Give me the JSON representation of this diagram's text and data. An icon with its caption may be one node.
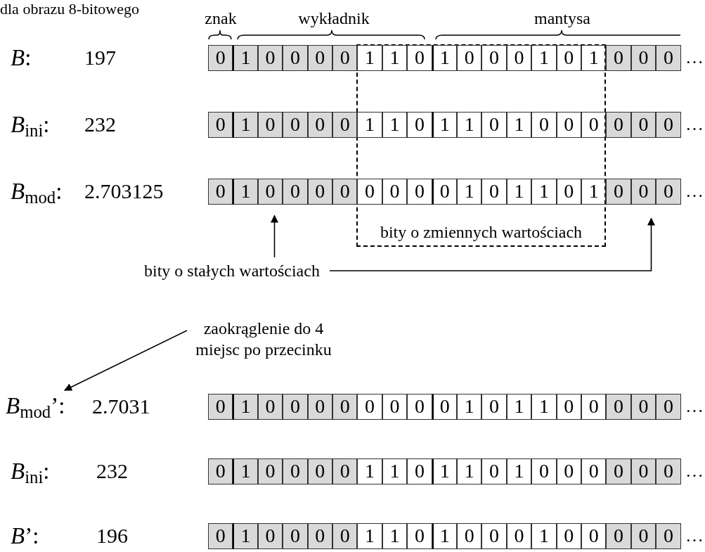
{
  "diagram": {
    "nodes": [
      {
        "text": [
          "bity o zmiennych wartościach"
        ]
      },
      {
        "text": [
          "0"
        ]
      },
      {
        "text": [
          "1"
        ]
      },
      {
        "text": [
          "0"
        ]
      },
      {
        "text": [
          "0"
        ]
      },
      {
        "text": [
          "0"
        ]
      },
      {
        "text": [
          "0"
        ]
      },
      {
        "text": [
          "1"
        ],
        "in": 0
      },
      {
        "text": [
          "1"
        ],
        "in": 0
      },
      {
        "text": [
          "0"
        ],
        "in": 0
      },
      {
        "text": [
          "1"
        ],
        "in": 0
      },
      {
        "text": [
          "0"
        ],
        "in": 0
      },
      {
        "text": [
          "0"
        ],
        "in": 0
      },
      {
        "text": [
          "0"
        ],
        "in": 0
      },
      {
        "text": [
          "1"
        ],
        "in": 0
      },
      {
        "text": [
          "0"
        ],
        "in": 0
      },
      {
        "text": [
          "1"
        ],
        "in": 0
      },
      {
        "text": [
          "0"
        ]
      },
      {
        "text": [
          "0"
        ]
      },
      {
        "text": [
          "0"
        ]
      },
      {
        "text": [
          "0"
        ]
      },
      {
        "text": [
          "1"
        ]
      },
      {
        "text": [
          "0"
        ]
      },
      {
        "text": [
          "0"
        ]
      },
      {
        "text": [
          "0"
        ]
      },
      {
        "text": [
          "0"
        ]
      },
      {
        "text": [
          "1"
        ],
        "in": 0
      },
      {
        "text": [
          "1"
        ],
        "in": 0
      },
      {
        "text": [
          "0"
        ],
        "in": 0
      },
      {
        "text": [
          "1"
        ],
        "in": 0
      },
      {
        "text": [
          "1"
        ],
        "in": 0
      },
      {
        "text": [
          "0"
        ],
        "in": 0
      },
      {
        "text": [
          "1"
        ],
        "in": 0
      },
      {
        "text": [
          "0"
        ],
        "in": 0
      },
      {
        "text": [
          "0"
        ],
        "in": 0
      },
      {
        "text": [
          "0"
        ],
        "in": 0
      },
      {
        "text": [
          "0"
        ]
      },
      {
        "text": [
          "0"
        ]
      },
      {
        "text": [
          "0"
        ]
      },
      {
        "text": [
          "0"
        ]
      },
      {
        "text": [
          "1"
        ]
      },
      {
        "text": [
          "0"
        ]
      },
      {
        "text": [
          "0"
        ]
      },
      {
        "text": [
          "0"
        ]
      },
      {
        "text": [
          "0"
        ]
      },
      {
        "text": [
          "0"
        ],
        "in": 0
      },
      {
        "text": [
          "0"
        ],
        "in": 0
      },
      {
        "text": [
          "0"
        ],
        "in": 0
      },
      {
        "text": [
          "0"
        ],
        "in": 0
      },
      {
        "text": [
          "1"
        ],
        "in": 0
      },
      {
        "text": [
          "0"
        ],
        "in": 0
      },
      {
        "text": [
          "1"
        ],
        "in": 0
      },
      {
        "text": [
          "1"
        ],
        "in": 0
      },
      {
        "text": [
          "0"
        ],
        "in": 0
      },
      {
        "text": [
          "1"
        ],
        "in": 0
      },
      {
        "text": [
          "0"
        ]
      },
      {
        "text": [
          "0"
        ]
      },
      {
        "text": [
          "0"
        ]
      },
      {
        "text": [
          "0"
        ]
      },
      {
        "text": [
          "1"
        ]
      },
      {
        "text": [
          "0"
        ]
      },
      {
        "text": [
          "0"
        ]
      },
      {
        "text": [
          "0"
        ]
      },
      {
        "text": [
          "0"
        ]
      },
      {
        "text": [
          "0"
        ]
      },
      {
        "text": [
          "0"
        ]
      },
      {
        "text": [
          "0"
        ]
      },
      {
        "text": [
          "0"
        ]
      },
      {
        "text": [
          "1"
        ]
      },
      {
        "text": [
          "0"
        ]
      },
      {
        "text": [
          "1"
        ]
      },
      {
        "text": [
          "1"
        ]
      },
      {
        "text": [
          "0"
        ]
      },
      {
        "text": [
          "0"
        ]
      },
      {
        "text": [
          "0"
        ]
      },
      {
        "text": [
          "0"
        ]
      },
      {
        "text": [
          "0"
        ]
      },
      {
        "text": [
          "0"
        ]
      },
      {
        "text": [
          "1"
        ]
      },
      {
        "text": [
          "0"
        ]
      },
      {
        "text": [
          "0"
        ]
      },
      {
        "text": [
          "0"
        ]
      },
      {
        "text": [
          "0"
        ]
      },
      {
        "text": [
          "1"
        ]
      },
      {
        "text": [
          "1"
        ]
      },
      {
        "text": [
          "0"
        ]
      },
      {
        "text": [
          "1"
        ]
      },
      {
        "text": [
          "1"
        ]
      },
      {
        "text": [
          "0"
        ]
      },
      {
        "text": [
          "1"
        ]
      },
      {
        "text": [
          "0"
        ]
      },
      {
        "text": [
          "0"
        ]
      },
      {
        "text": [
          "0"
        ]
      },
      {
        "text": [
          "0"
        ]
      },
      {
        "text": [
          "0"
        ]
      },
      {
        "text": [
          "0"
        ]
      },
      {
        "text": [
          "0"
        ]
      },
      {
        "text": [
          "1"
        ]
      },
      {
        "text": [
          "0"
        ]
      },
      {
        "text": [
          "0"
        ]
      },
      {
        "text": [
          "0"
        ]
      },
      {
        "text": [
          "0"
        ]
      },
      {
        "text": [
          "1"
        ]
      },
      {
        "text": [
          "1"
        ]
      },
      {
        "text": [
          "0"
        ]
      },
      {
        "text": [
          "1"
        ]
      },
      {
        "text": [
          "0"
        ]
      },
      {
        "text": [
          "0"
        ]
      },
      {
        "text": [
          "0"
        ]
      },
      {
        "text": [
          "1"
        ]
      },
      {
        "text": [
          "0"
        ]
      },
      {
        "text": [
          "0"
        ]
      },
      {
        "text": [
          "0"
        ]
      },
      {
        "text": [
          "0"
        ]
      },
      {
        "text": [
          "0"
        ]
      },
      {
        "text": [
          "bity o stałych wartościach"
        ]
      },
      {
        "text": [
          "zaokrąglenie do 4 miejsc po przecinku"
        ]
      },
      {
        "text": [
          "*B*$_{mod}$’:"
        ]
      }
    ],
    "edges": [
      {
        "from": 115,
        "to": 41,
        "arrow": "to"
      },
      {
        "from": 115,
        "to": 56,
        "arrow": "to"
      },
      {
        "from": 116,
        "to": 117,
        "arrow": "to"
      }
    ],
    "labels": [
      "dla obrazu 8-bitowego",
      "znak",
      "wykładnik",
      "mantysa",
      "*B*:",
      "197",
      "…",
      "*B*$_{ini}$:",
      "232",
      "…",
      "*B*$_{mod}$:",
      "2.703125",
      "…",
      "2.7031",
      "…",
      "*B*$_{ini}$:",
      "232",
      "…",
      "*B*’:",
      "196",
      "…"
    ]
  }
}
